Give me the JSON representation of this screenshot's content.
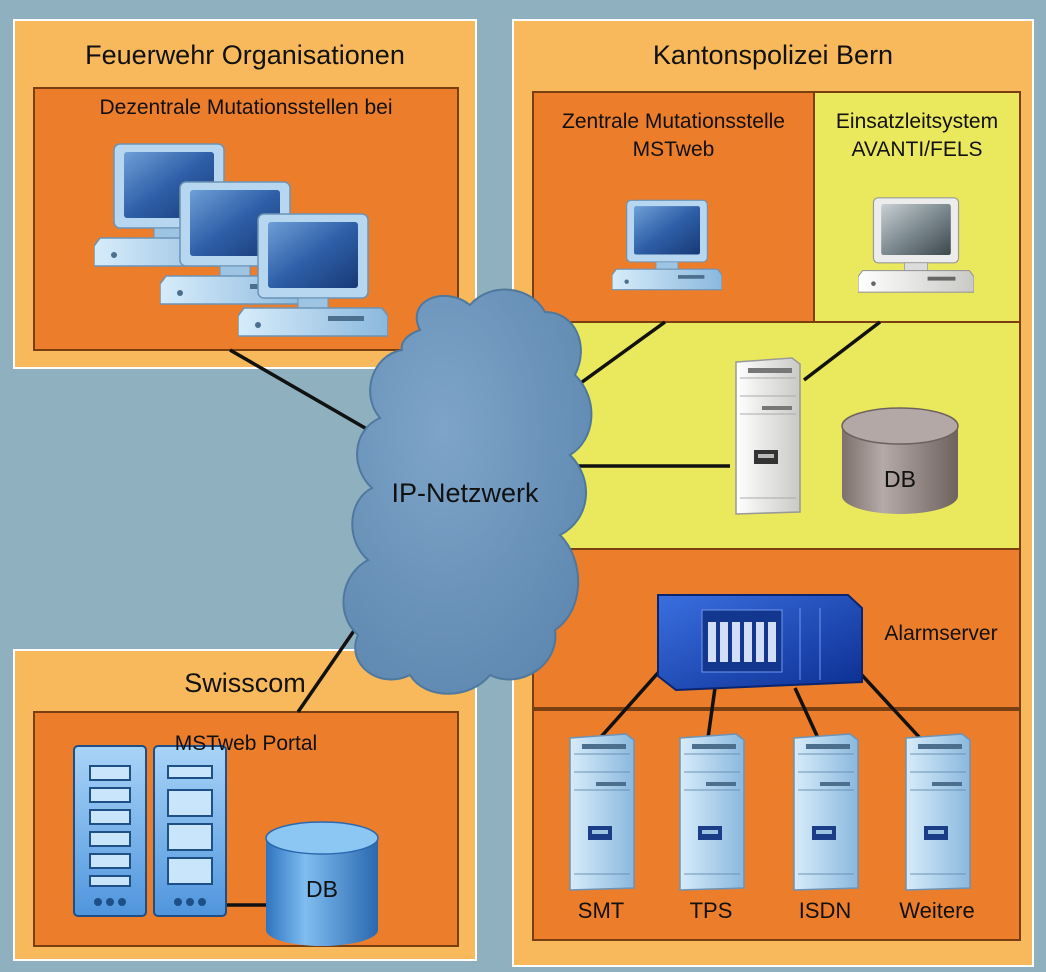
{
  "groups": {
    "feuerwehr": {
      "title": "Feuerwehr Organisationen",
      "subtitle": "Dezentrale Mutationsstellen bei"
    },
    "kapo": {
      "title": "Kantonspolizei Bern",
      "zentrale": [
        "Zentrale Mutationsstelle",
        "MSTweb"
      ],
      "einsatz": [
        "Einsatzleitsystem",
        "AVANTI/FELS"
      ],
      "db_label": "DB",
      "alarmserver_label": "Alarmserver",
      "servers": [
        "SMT",
        "TPS",
        "ISDN",
        "Weitere"
      ]
    },
    "swisscom": {
      "title": "Swisscom",
      "portal": "MSTweb Portal",
      "db_label": "DB"
    }
  },
  "cloud_label": "IP-Netzwerk",
  "colors": {
    "background": "#8fb0bf",
    "outer_panel": "#f8b95c",
    "inner_orange": "#ec7d2b",
    "inner_yellow": "#eae85c",
    "cloud": "#6f97bd",
    "computer_blue": "#9dc4e3",
    "server_beige": "#ececec",
    "db_gray": "#9c8f8c",
    "db_blue": "#5b9fdb",
    "link": "#111111"
  },
  "icons": [
    "desktop-computer-icon",
    "tower-server-icon",
    "database-icon",
    "rack-server-icon",
    "alarm-server-icon",
    "network-cloud-icon"
  ]
}
